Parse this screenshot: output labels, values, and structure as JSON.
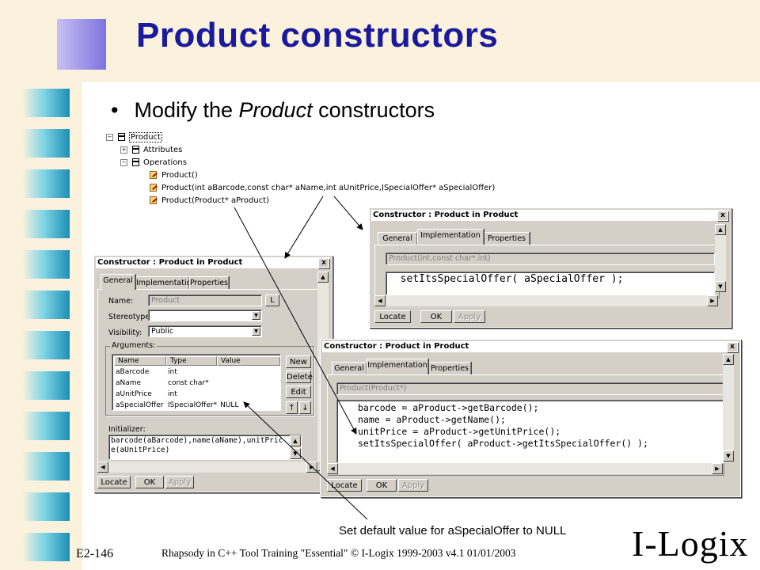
{
  "slide": {
    "title": "Product constructors",
    "bullet": "Modify the ",
    "bullet_em": "Product",
    "bullet_tail": " constructors",
    "annotation": "Set default value for aSpecialOffer to NULL",
    "footer_num": "E2-146",
    "footer_text": "Rhapsody in C++ Tool Training \"Essential\"   © I-Logix 1999-2003   v4.1  01/01/2003",
    "logo": "I-Logix"
  },
  "tree": {
    "root": "Product",
    "attributes": "Attributes",
    "operations": "Operations",
    "ops": [
      "Product()",
      "Product(int aBarcode,const char* aName,int aUnitPrice,ISpecialOffer* aSpecialOffer)",
      "Product(Product* aProduct)"
    ]
  },
  "dialog_left": {
    "title": "Constructor : Product in Product",
    "close": "x",
    "tabs": [
      "General",
      "Implementation",
      "Properties"
    ],
    "name_label": "Name:",
    "name_value": "Product",
    "l_button": "L",
    "stereotype_label": "Stereotype:",
    "stereotype_value": "",
    "visibility_label": "Visibility:",
    "visibility_value": "Public",
    "arguments_label": "Arguments:",
    "columns": [
      "Name",
      "Type",
      "Value"
    ],
    "args": [
      [
        "aBarcode",
        "int",
        ""
      ],
      [
        "aName",
        "const char*",
        ""
      ],
      [
        "aUnitPrice",
        "int",
        ""
      ],
      [
        "aSpecialOffer",
        "ISpecialOffer*",
        "NULL"
      ]
    ],
    "new_btn": "New",
    "delete_btn": "Delete",
    "edit_btn": "Edit",
    "up_btn": "↑",
    "down_btn": "↓",
    "initializer_label": "Initializer:",
    "initializer_line1": "barcode(aBarcode),name(aName),unitPric",
    "initializer_line2": "e(aUnitPrice)",
    "locate": "Locate",
    "ok": "OK",
    "apply": "Apply"
  },
  "dialog_top": {
    "title": "Constructor : Product in Product",
    "close": "x",
    "tabs": [
      "General",
      "Implementation",
      "Properties"
    ],
    "signature": "Product(int,const char*,int)",
    "code": "  setItsSpecialOffer( aSpecialOffer );",
    "locate": "Locate",
    "ok": "OK",
    "apply": "Apply"
  },
  "dialog_bottom": {
    "title": "Constructor : Product in Product",
    "close": "x",
    "tabs": [
      "General",
      "Implementation",
      "Properties"
    ],
    "signature": "Product(Product*)",
    "code": [
      "barcode = aProduct->getBarcode();",
      "name = aProduct->getName();",
      "unitPrice = aProduct->getUnitPrice();",
      "setItsSpecialOffer( aProduct->getItsSpecialOffer() );"
    ],
    "locate": "Locate",
    "ok": "OK",
    "apply": "Apply"
  },
  "colors": {
    "title": "#1a1a9c",
    "band": "#fbf2de",
    "dialog_face": "#d4d0c8"
  }
}
